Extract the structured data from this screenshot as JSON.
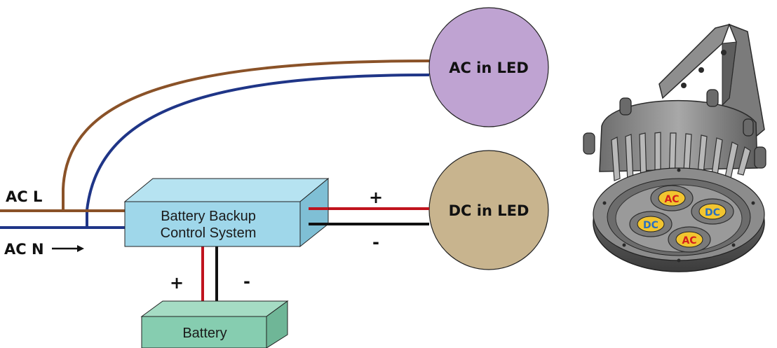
{
  "diagram": {
    "ac_led_label": "AC in LED",
    "dc_led_label": "DC in LED",
    "ac_l_label": "AC L",
    "ac_n_label": "AC N",
    "controller_line1": "Battery Backup",
    "controller_line2": "Control System",
    "battery_label": "Battery",
    "dc_plus": "+",
    "dc_minus": "-",
    "battery_plus": "+",
    "battery_minus": "-"
  },
  "fixture": {
    "chips": [
      "AC",
      "DC",
      "DC",
      "AC"
    ]
  },
  "colors": {
    "ac_l_wire": "#8a5228",
    "ac_n_wire": "#1f3587",
    "positive_wire": "#c0141e",
    "negative_wire": "#111111",
    "ac_led_fill": "#bfa3d2",
    "dc_led_fill": "#c8b48e",
    "controller_fill": "#9fd7ea",
    "battery_fill": "#86cdb0",
    "chip_fill": "#f2c530",
    "chip_text": "#d4201c"
  }
}
